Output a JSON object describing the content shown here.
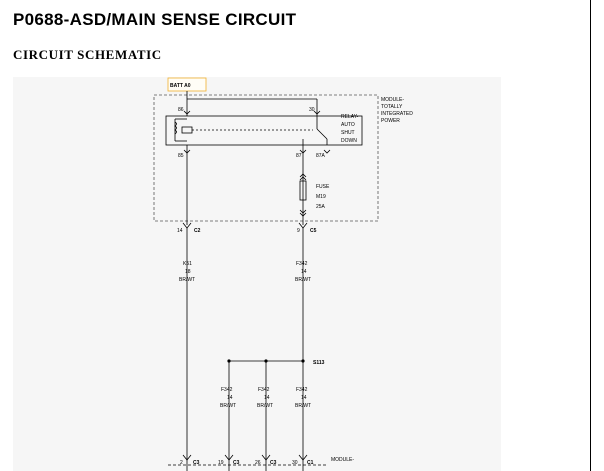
{
  "page": {
    "title": "P0688-ASD/MAIN SENSE CIRCUIT",
    "section": "CIRCUIT SCHEMATIC"
  },
  "schematic": {
    "source": "BATT A0",
    "module": {
      "line1": "MODULE-",
      "line2": "TOTALLY",
      "line3": "INTEGRATED",
      "line4": "POWER"
    },
    "relay": {
      "line1": "RELAY-",
      "line2": "AUTO",
      "line3": "SHUT",
      "line4": "DOWN"
    },
    "relay_pins": {
      "p86": "86",
      "p30": "30",
      "p85": "85",
      "p87": "87",
      "p87a": "87A"
    },
    "fuse": {
      "line1": "FUSE",
      "line2": "M19",
      "line3": "25A"
    },
    "connectors": {
      "left_pin": "14",
      "left_conn": "C2",
      "right_pin": "9",
      "right_conn": "C5"
    },
    "wires": {
      "left": {
        "id": "K51",
        "gauge": "18",
        "color": "BR/WT"
      },
      "right": {
        "id": "F342",
        "gauge": "14",
        "color": "BR/WT"
      },
      "branch1": {
        "id": "F342",
        "gauge": "14",
        "color": "BR/WT"
      },
      "branch2": {
        "id": "F342",
        "gauge": "14",
        "color": "BR/WT"
      },
      "branch3": {
        "id": "F342",
        "gauge": "14",
        "color": "BR/WT"
      }
    },
    "splice": "S113",
    "bottom": {
      "c1_pin": "2",
      "c1_conn": "C3",
      "c2_pin": "19",
      "c2_conn": "C3",
      "c3_pin": "26",
      "c3_conn": "C3",
      "c4_pin": "30",
      "c4_conn": "C1",
      "module": "MODULE-"
    },
    "colors": {
      "source_box": "#f0b030",
      "line": "#000000",
      "dash": "#555555"
    }
  }
}
